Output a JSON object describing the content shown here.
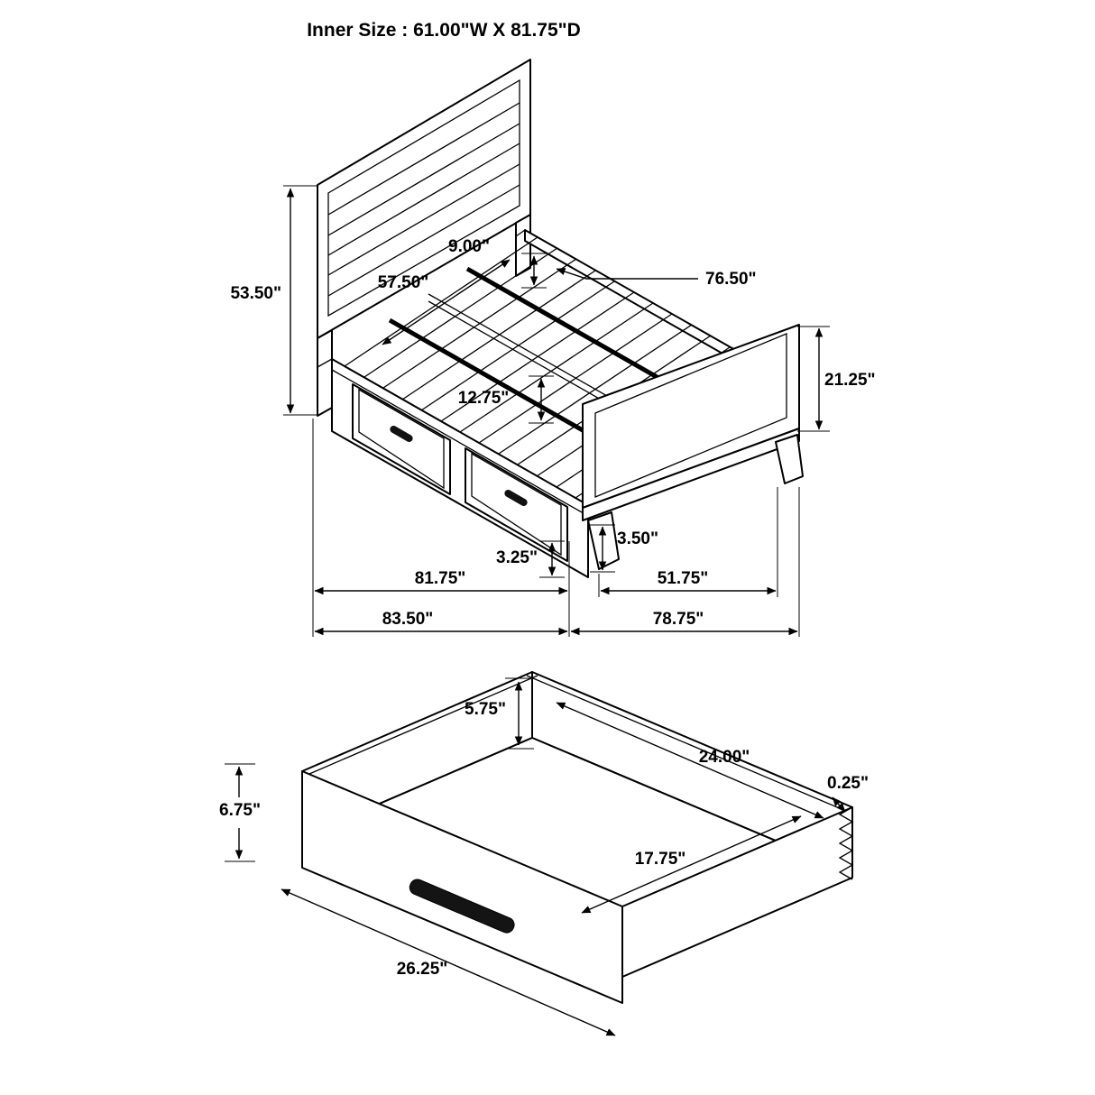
{
  "title": "Inner Size : 61.00\"W X 81.75\"D",
  "style": {
    "line_color": "#000000",
    "text_color": "#000000",
    "background": "#ffffff"
  },
  "bed": {
    "labels": {
      "headboard_height": "53.50\"",
      "headboard_gap": "9.00\"",
      "slat_width": "57.50\"",
      "support_rail_length": "76.50\"",
      "footboard_height": "21.25\"",
      "under_bed_clearance": "12.75\"",
      "rail_floor_clearance": "3.25\"",
      "footboard_leg_height": "3.50\"",
      "inner_depth": "81.75\"",
      "footboard_span": "51.75\"",
      "overall_depth": "83.50\"",
      "overall_width": "78.75\""
    }
  },
  "drawer": {
    "labels": {
      "back_panel_height": "5.75\"",
      "inner_depth": "24.00\"",
      "panel_thickness": "0.25\"",
      "front_height": "6.75\"",
      "inner_width": "17.75\"",
      "front_width": "26.25\""
    }
  }
}
